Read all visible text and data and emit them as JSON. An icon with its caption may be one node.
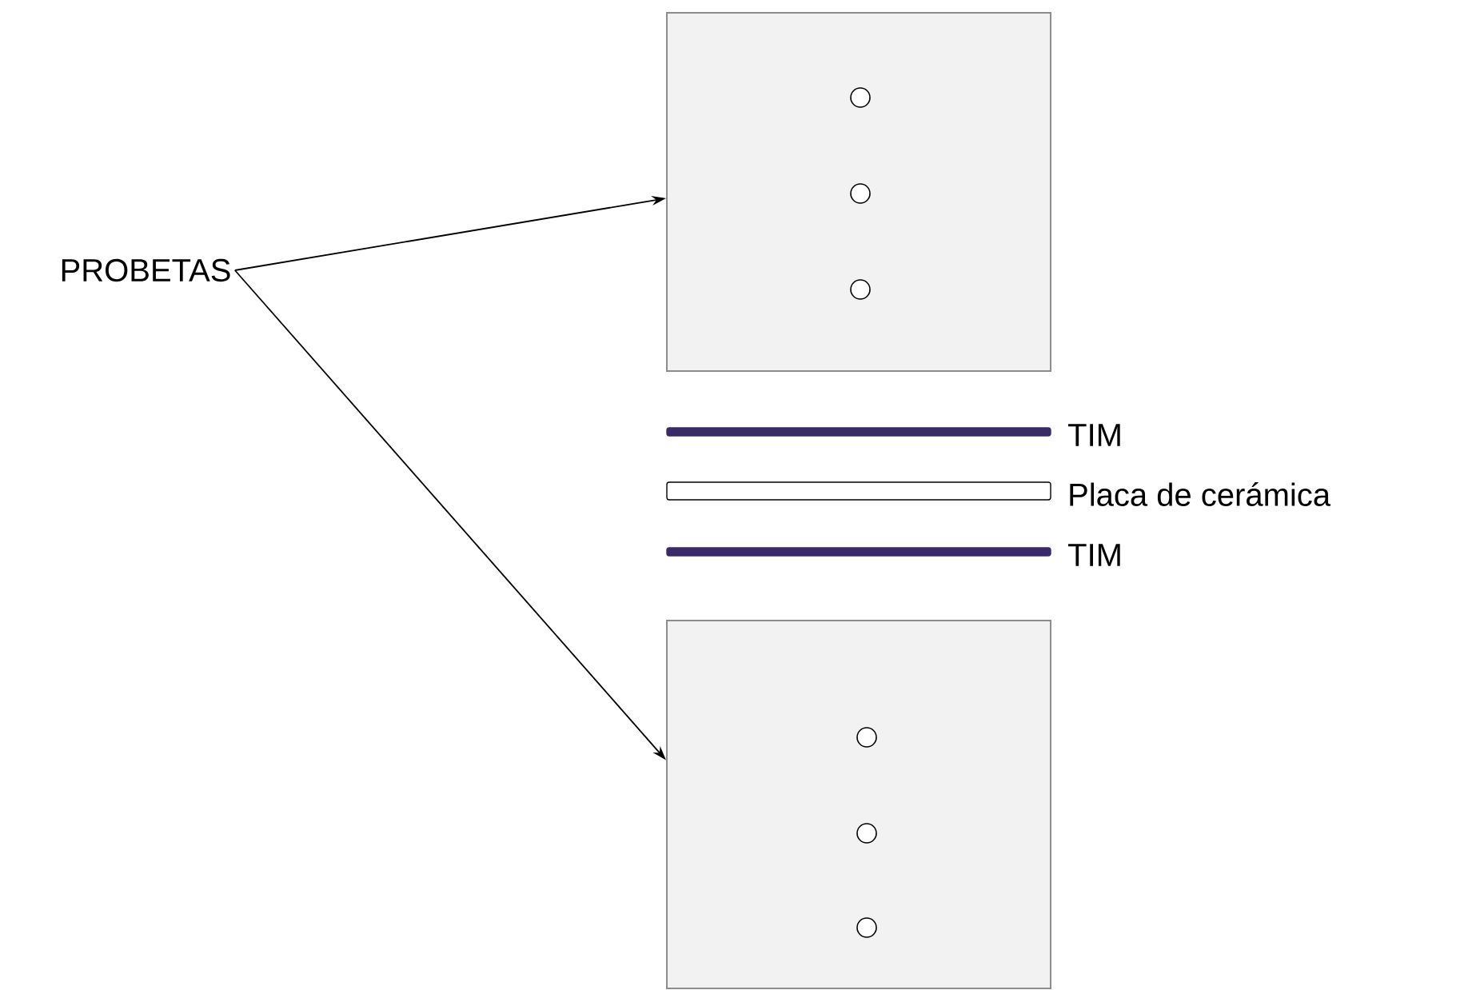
{
  "diagram": {
    "nodes": [
      {
        "text": [
          "PROBETAS"
        ]
      },
      {
        "text": [],
        "shape": "box"
      },
      {
        "text": [],
        "shape": "box"
      },
      {
        "text": [],
        "shape": "bar",
        "beside": [
          "TIM"
        ]
      },
      {
        "text": [],
        "shape": "bar",
        "beside": [
          "Placa de cerámica"
        ]
      },
      {
        "text": [],
        "shape": "bar",
        "beside": [
          "TIM"
        ]
      }
    ],
    "edges": [
      {
        "from": 0,
        "to": 1,
        "arrow": "to"
      },
      {
        "from": 0,
        "to": 2,
        "arrow": "to"
      }
    ]
  }
}
